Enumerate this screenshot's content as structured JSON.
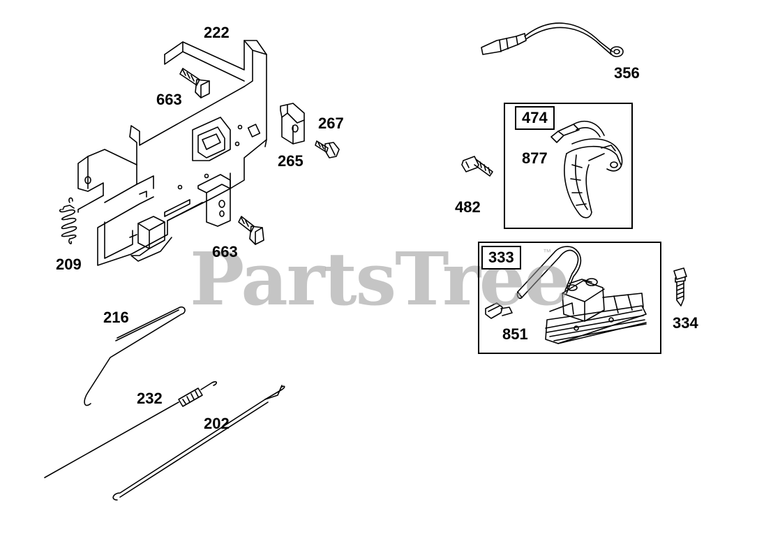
{
  "watermark": {
    "text": "PartsTree",
    "trademark": "™"
  },
  "parts": {
    "p222": "222",
    "p663a": "663",
    "p267": "267",
    "p265": "265",
    "p209": "209",
    "p663b": "663",
    "p216": "216",
    "p232": "232",
    "p202": "202",
    "p356": "356",
    "p474": "474",
    "p877": "877",
    "p482": "482",
    "p333": "333",
    "p851": "851",
    "p334": "334"
  },
  "colors": {
    "line": "#000000",
    "watermark": "#969696"
  }
}
